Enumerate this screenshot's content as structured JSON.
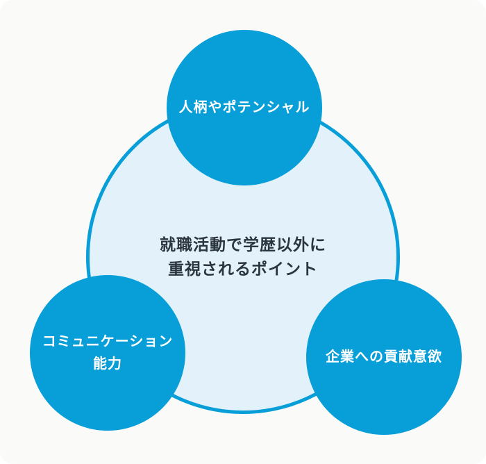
{
  "diagram": {
    "title": {
      "line1": "就職活動で学歴以外に",
      "line2": "重視されるポイント"
    },
    "nodes": [
      {
        "id": "personality",
        "position": "top",
        "lines": [
          "人柄やポテンシャル"
        ]
      },
      {
        "id": "communication",
        "position": "bottom-left",
        "lines": [
          "コミュニケーション",
          "能力"
        ]
      },
      {
        "id": "contribution",
        "position": "bottom-right",
        "lines": [
          "企業への貢献意欲"
        ]
      }
    ],
    "colors": {
      "node_fill": "#089ed8",
      "hub_fill": "#e3f1fa",
      "hub_stroke": "#089ed8",
      "background": "#fafaf9",
      "title_text": "#2b353e",
      "node_text": "#ffffff"
    }
  }
}
